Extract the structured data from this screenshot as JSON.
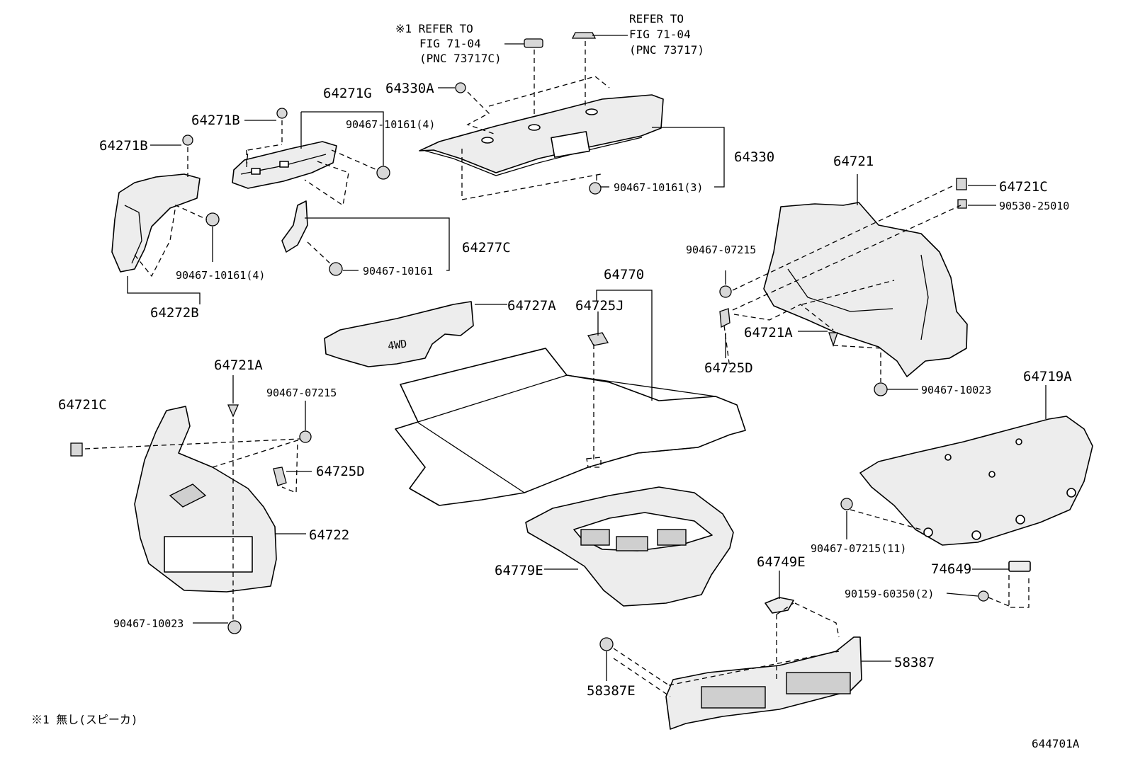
{
  "labels": {
    "note_ref1_a": "※1 REFER TO",
    "note_ref1_b": "FIG 71-04",
    "note_ref1_c": "(PNC 73717C)",
    "note_ref2_a": "REFER TO",
    "note_ref2_b": "FIG 71-04",
    "note_ref2_c": "(PNC 73717)",
    "p64330A": "64330A",
    "p64271G": "64271G",
    "p64271B_1": "64271B",
    "p64271B_2": "64271B",
    "p90467_10161_4a": "90467-10161(4)",
    "p64330": "64330",
    "p90467_10161_3": "90467-10161(3)",
    "p64721": "64721",
    "p64721C_right": "64721C",
    "p90530_25010": "90530-25010",
    "p64277C": "64277C",
    "p90467_10161": "90467-10161",
    "p90467_10161_4b": "90467-10161(4)",
    "p64272B": "64272B",
    "p64770": "64770",
    "p64727A": "64727A",
    "p64725J": "64725J",
    "p90467_07215_r": "90467-07215",
    "p64721A_r": "64721A",
    "p64725D_r": "64725D",
    "p90467_10023_r": "90467-10023",
    "p64719A": "64719A",
    "p64721A_l": "64721A",
    "p90467_07215_l": "90467-07215",
    "p64721C_left": "64721C",
    "p64725D_l": "64725D",
    "p64722": "64722",
    "p64779E": "64779E",
    "p90467_07215_11": "90467-07215(11)",
    "p74649": "74649",
    "p90159_60350_2": "90159-60350(2)",
    "p64749E": "64749E",
    "p90467_10023_l": "90467-10023",
    "p58387": "58387",
    "p58387E": "58387E",
    "carpet_mark": "4WD",
    "footnote": "※1 無し(スピーカ)",
    "diagram_id": "644701A"
  }
}
